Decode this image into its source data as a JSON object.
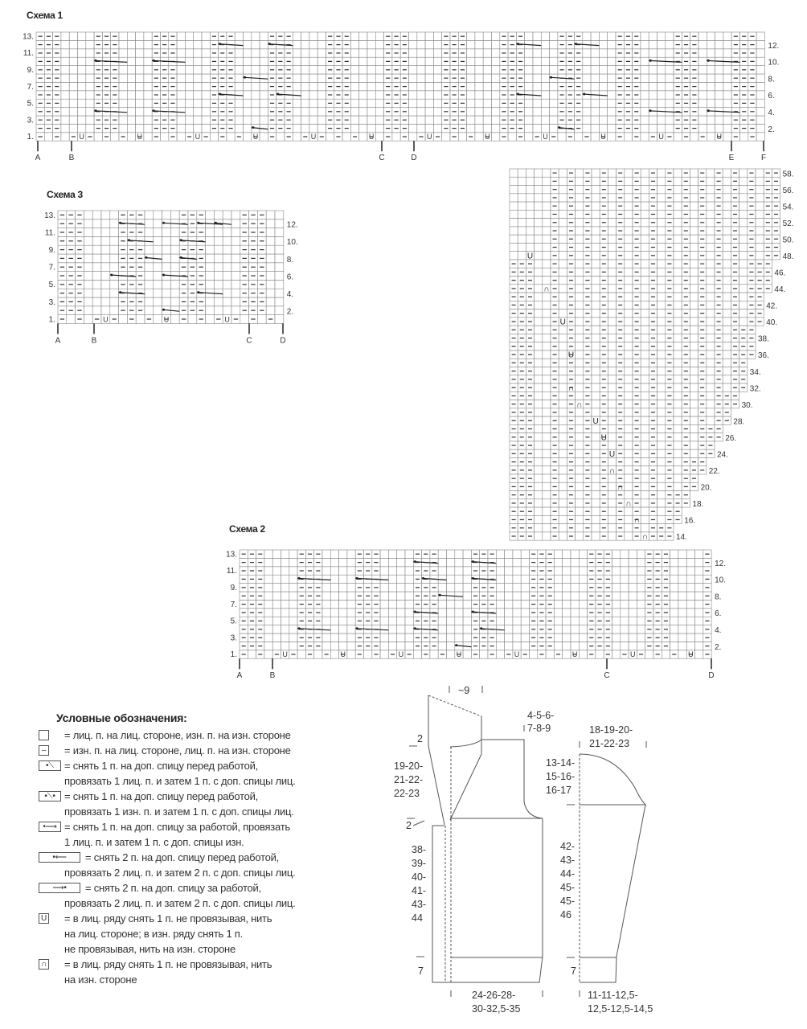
{
  "schema1": {
    "title": "Схема 1",
    "left_rows": [
      "13.",
      "11.",
      "9.",
      "7.",
      "5.",
      "3.",
      "1."
    ],
    "right_rows": [
      "12.",
      "10.",
      "8.",
      "6.",
      "4.",
      "2."
    ],
    "markers": [
      "A",
      "B",
      "C",
      "D",
      "E",
      "F"
    ]
  },
  "schema3": {
    "title": "Схема 3",
    "left_rows": [
      "13.",
      "11.",
      "9.",
      "7.",
      "5.",
      "3.",
      "1."
    ],
    "right_rows": [
      "12.",
      "10.",
      "8.",
      "6.",
      "4.",
      "2."
    ],
    "markers": [
      "A",
      "B",
      "C",
      "D"
    ]
  },
  "schema2": {
    "title": "Схема 2",
    "left_rows": [
      "13.",
      "11.",
      "9.",
      "7.",
      "5.",
      "3.",
      "1."
    ],
    "right_rows": [
      "12.",
      "10.",
      "8.",
      "6.",
      "4.",
      "2."
    ],
    "markers": [
      "A",
      "B",
      "C",
      "D"
    ]
  },
  "collar_chart": {
    "row_labels": [
      "58.",
      "56.",
      "54.",
      "52.",
      "50.",
      "48.",
      "46.",
      "44.",
      "42.",
      "40.",
      "38.",
      "36.",
      "34.",
      "32.",
      "30.",
      "28.",
      "26.",
      "24.",
      "22.",
      "20.",
      "18.",
      "16.",
      "14."
    ],
    "symbols": [
      {
        "row": 48,
        "col": 3,
        "symbol": "U"
      },
      {
        "row": 44,
        "col": 5,
        "symbol": "∩"
      },
      {
        "row": 40,
        "col": 7,
        "symbol": "U"
      },
      {
        "row": 36,
        "col": 8,
        "symbol": "U"
      },
      {
        "row": 32,
        "col": 8,
        "symbol": "∩"
      },
      {
        "row": 30,
        "col": 9,
        "symbol": "∩"
      },
      {
        "row": 28,
        "col": 11,
        "symbol": "U"
      },
      {
        "row": 26,
        "col": 12,
        "symbol": "U"
      },
      {
        "row": 24,
        "col": 13,
        "symbol": "U"
      },
      {
        "row": 22,
        "col": 13,
        "symbol": "∩"
      },
      {
        "row": 20,
        "col": 14,
        "symbol": "∩"
      },
      {
        "row": 18,
        "col": 15,
        "symbol": "∩"
      },
      {
        "row": 16,
        "col": 16,
        "symbol": "∩"
      },
      {
        "row": 14,
        "col": 17,
        "symbol": "∩"
      }
    ]
  },
  "legend": {
    "title": "Условные обозначения:",
    "items": [
      {
        "icon": "",
        "lines": [
          "= лиц. п. на лиц. стороне, изн. п. на изн. стороне"
        ]
      },
      {
        "icon": "–",
        "lines": [
          "= изн. п. на лиц. стороне, лиц. п. на изн. стороне"
        ]
      },
      {
        "icon": "•⟍",
        "lines": [
          "= снять 1 п. на доп. спицу перед работой,",
          "провязать 1 лиц. п. и затем 1 п. с доп. спицы лиц."
        ]
      },
      {
        "icon": "•⟍•",
        "lines": [
          "= снять 1 п. на доп. спицу перед работой,",
          "провязать 1 изн. п. и затем 1 п. с доп. спицы лиц."
        ]
      },
      {
        "icon": "•⟶",
        "lines": [
          "= снять 1 п. на доп. спицу за работой, провязать",
          "1 лиц. п. и затем 1 п. с доп. спицы изн."
        ]
      },
      {
        "icon": "•⟵",
        "lines": [
          "= снять 2 п. на доп. спицу перед работой,",
          "провязать 2 лиц. п. и затем 2 п. с доп. спицы лиц."
        ]
      },
      {
        "icon": "⟶•",
        "lines": [
          "= снять 2 п. на доп. спицу за работой,",
          "провязать 2 лиц. п. и затем 2 п. с доп. спицы лиц."
        ]
      },
      {
        "icon": "U",
        "lines": [
          "= в лиц. ряду снять 1 п. не провязывая, нить",
          "на лиц. стороне; в изн. ряду снять 1 п.",
          "не провязывая, нить на изн. стороне"
        ]
      },
      {
        "icon": "∩",
        "lines": [
          "= в лиц. ряду снять 1 п. не провязывая, нить",
          "на изн. стороне"
        ]
      }
    ]
  },
  "schematic": {
    "collar_width": "~9",
    "shoulder": [
      "4-5-6-",
      "7-8-9"
    ],
    "collar_step": "2",
    "collar_height": [
      "19-20-",
      "21-22-",
      "22-23"
    ],
    "front_step": "2",
    "body_length": [
      "38-",
      "39-",
      "40-",
      "41-",
      "43-",
      "44"
    ],
    "body_rib": "7",
    "body_width": [
      "24-26-28-",
      "30-32,5-35"
    ],
    "sleeve_top": [
      "18-19-20-",
      "21-22-23"
    ],
    "sleeve_cap": [
      "13-14-",
      "15-16-",
      "16-17"
    ],
    "sleeve_length": [
      "42-",
      "43-",
      "44-",
      "45-",
      "45-",
      "46"
    ],
    "sleeve_rib": "7",
    "sleeve_bottom": [
      "11-11-12,5-",
      "12,5-12,5-14,5"
    ]
  }
}
